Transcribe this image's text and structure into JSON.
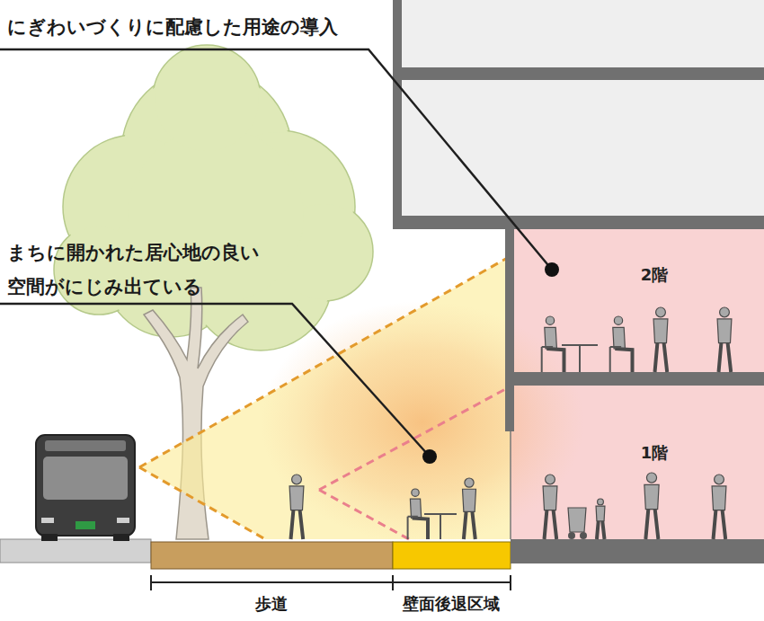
{
  "diagram": {
    "nodes": [
      {
        "text": [
          "2階"
        ]
      },
      {
        "text": [
          "1階"
        ]
      }
    ],
    "labels": [
      "にぎわいづくりに配慮した用途の導入",
      "まちに開かれた居心地の良い 空間がにじみ出ている",
      "歩道",
      "壁面後退区域"
    ]
  }
}
